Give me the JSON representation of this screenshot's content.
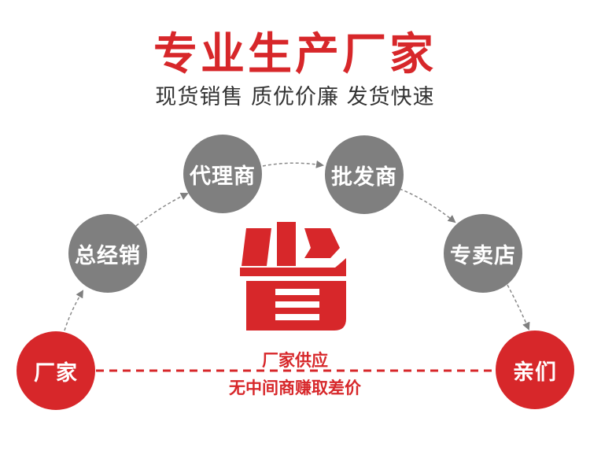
{
  "header": {
    "title": "专业生产厂家",
    "subtitle": "现货销售 质优价廉 发货快速"
  },
  "colors": {
    "red": "#d7272a",
    "gray": "#7f7f7f",
    "subtitle_text": "#333333",
    "arrow": "#8a8a8a"
  },
  "nodes": {
    "factory": "厂家",
    "general_distributor": "总经销",
    "agent": "代理商",
    "wholesaler": "批发商",
    "store": "专卖店",
    "customers": "亲们"
  },
  "center_icon": "save-money-sheng-icon",
  "direct_path": {
    "line1": "厂家供应",
    "line2": "无中间商赚取差价"
  }
}
